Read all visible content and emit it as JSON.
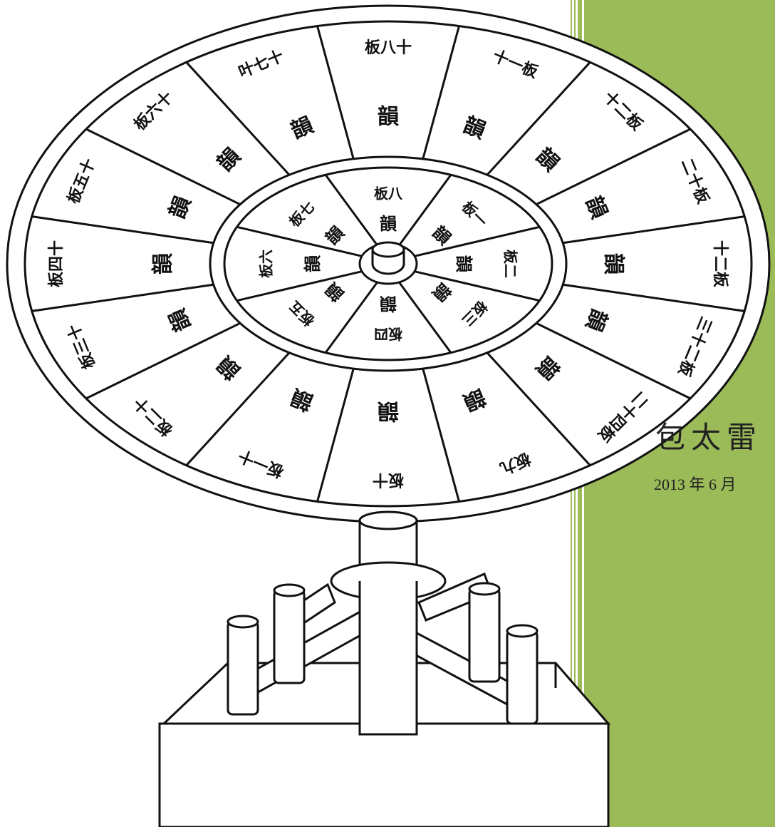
{
  "cover": {
    "accent_color": "#9bbb59",
    "author": "包太雷",
    "date": "2013 年 6 月"
  },
  "illustration": {
    "icon": "rotating-rhyme-wheel-illustration",
    "wheel": {
      "outer_labels": [
        "十一板",
        "十二板",
        "二十板",
        "十二板",
        "三十二板",
        "二十四板",
        "板九",
        "板十",
        "板一十",
        "板二十",
        "板三十",
        "板四十",
        "板五十",
        "板六十",
        "叶七十",
        "板八十"
      ],
      "outer_rhyme_chars": [
        "韻",
        "韻",
        "韻",
        "韻",
        "韻",
        "韻",
        "韻",
        "韻",
        "韻",
        "韻",
        "韻",
        "韻",
        "韻",
        "韻",
        "韻",
        "韻"
      ],
      "inner_labels": [
        "板一",
        "板二",
        "板三",
        "板四",
        "板五",
        "板六",
        "板七",
        "板八"
      ],
      "inner_rhyme_chars": [
        "韻",
        "韻",
        "韻",
        "韻",
        "韻",
        "韻",
        "韻",
        "韻"
      ]
    }
  }
}
